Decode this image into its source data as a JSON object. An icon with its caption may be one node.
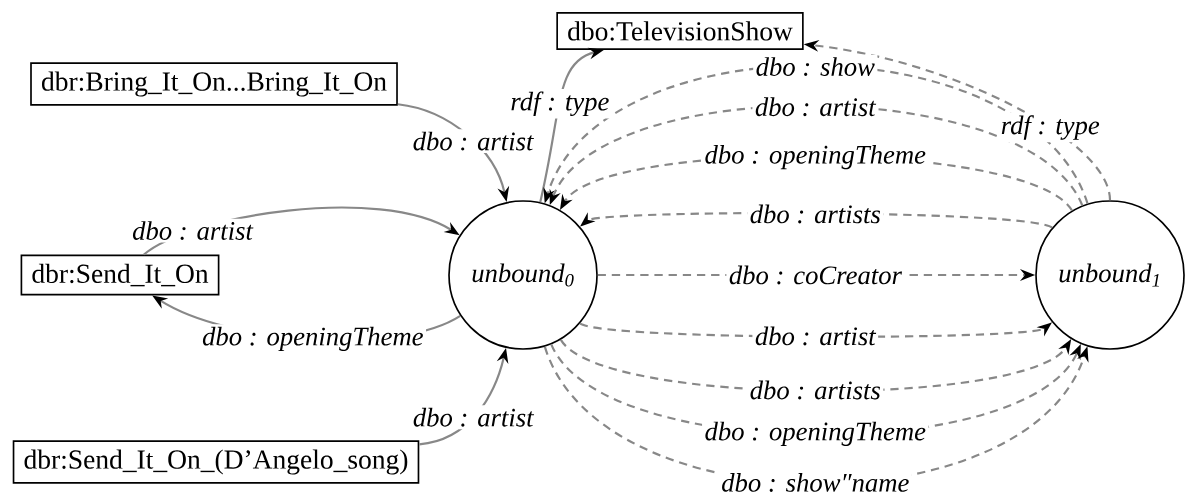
{
  "diagram": {
    "nodes": [
      {
        "text": [
          "dbr:Bring_It_On...Bring_It_On"
        ]
      },
      {
        "text": [
          "dbr:Send_It_On"
        ]
      },
      {
        "text": [
          "dbr:Send_It_On_(D’Angelo_song)"
        ]
      },
      {
        "text": [
          "dbo:TelevisionShow"
        ]
      },
      {
        "text": [
          "unbound$_{0}$"
        ]
      },
      {
        "text": [
          "unbound$_{1}$"
        ]
      }
    ],
    "edges": [
      {
        "from": 0,
        "to": 4,
        "arrow": "to",
        "label": "dbo : artist"
      },
      {
        "from": 1,
        "to": 4,
        "arrow": "to",
        "label": "dbo : artist"
      },
      {
        "from": 4,
        "to": 1,
        "arrow": "to",
        "label": "dbo : openingTheme"
      },
      {
        "from": 2,
        "to": 4,
        "arrow": "to",
        "label": "dbo : artist"
      },
      {
        "from": 4,
        "to": 3,
        "arrow": "to",
        "label": "rdf : type"
      },
      {
        "from": 5,
        "to": 3,
        "arrow": "to",
        "label": "rdf : type",
        "style": "dashed"
      },
      {
        "from": 5,
        "to": 4,
        "arrow": "to",
        "label": "dbo : show",
        "style": "dashed"
      },
      {
        "from": 5,
        "to": 4,
        "arrow": "to",
        "label": "dbo : artist",
        "style": "dashed"
      },
      {
        "from": 5,
        "to": 4,
        "arrow": "to",
        "label": "dbo : openingTheme",
        "style": "dashed"
      },
      {
        "from": 5,
        "to": 4,
        "arrow": "to",
        "label": "dbo : artists",
        "style": "dashed"
      },
      {
        "from": 4,
        "to": 5,
        "arrow": "to",
        "label": "dbo : coCreator",
        "style": "dashed"
      },
      {
        "from": 4,
        "to": 5,
        "arrow": "to",
        "label": "dbo : artist",
        "style": "dashed"
      },
      {
        "from": 4,
        "to": 5,
        "arrow": "to",
        "label": "dbo : artists",
        "style": "dashed"
      },
      {
        "from": 4,
        "to": 5,
        "arrow": "to",
        "label": "dbo : openingTheme",
        "style": "dashed"
      },
      {
        "from": 4,
        "to": 5,
        "arrow": "to",
        "label": "dbo : show″name",
        "style": "dashed"
      }
    ]
  }
}
